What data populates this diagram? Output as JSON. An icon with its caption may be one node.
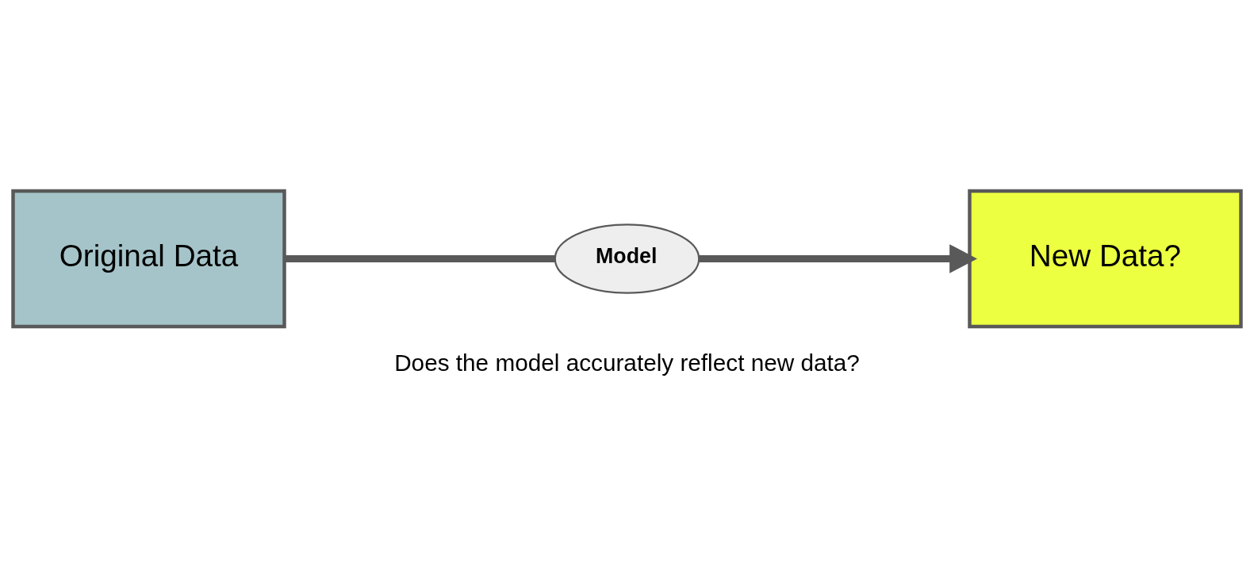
{
  "diagram": {
    "nodes": [
      {
        "text": [
          "Original Data"
        ]
      },
      {
        "text": [
          "Model"
        ]
      },
      {
        "text": [
          "New Data?"
        ]
      }
    ],
    "edges": [
      {
        "from": 0,
        "to": 1,
        "arrow": "none"
      },
      {
        "from": 1,
        "to": 2,
        "arrow": "to"
      }
    ],
    "labels": [
      "Does the model accurately reflect new data?"
    ]
  }
}
